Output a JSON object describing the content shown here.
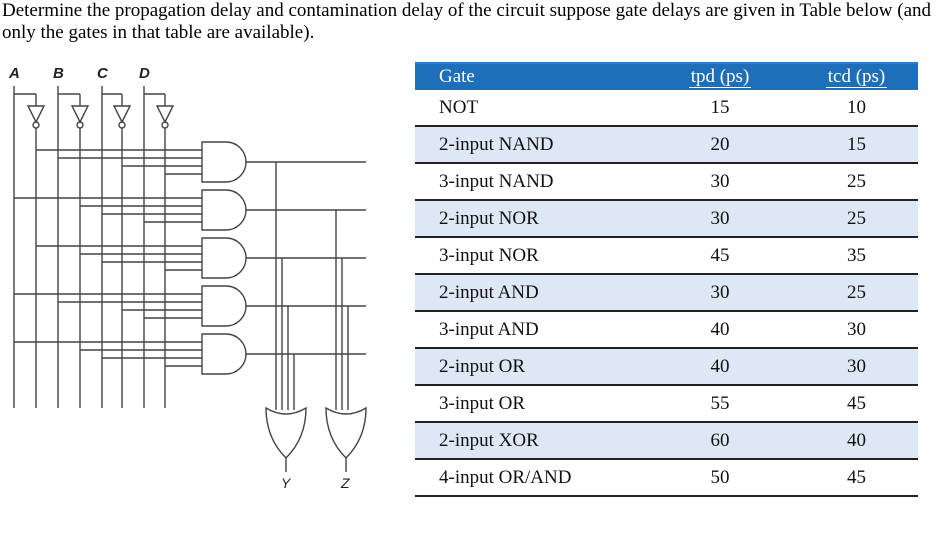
{
  "question": {
    "text": "Determine the propagation delay and contamination delay of the circuit suppose gate delays are given in Table below (and only the gates in that table are available)."
  },
  "circuit": {
    "inputs": [
      "A",
      "B",
      "C",
      "D"
    ],
    "outputs": [
      "Y",
      "Z"
    ]
  },
  "table": {
    "headers": {
      "gate": "Gate",
      "tpd": "tpd (ps)",
      "tcd": "tcd (ps)"
    },
    "rows": [
      {
        "gate": "NOT",
        "tpd": "15",
        "tcd": "10"
      },
      {
        "gate": "2-input NAND",
        "tpd": "20",
        "tcd": "15"
      },
      {
        "gate": "3-input NAND",
        "tpd": "30",
        "tcd": "25"
      },
      {
        "gate": "2-input NOR",
        "tpd": "30",
        "tcd": "25"
      },
      {
        "gate": "3-input NOR",
        "tpd": "45",
        "tcd": "35"
      },
      {
        "gate": "2-input AND",
        "tpd": "30",
        "tcd": "25"
      },
      {
        "gate": "3-input AND",
        "tpd": "40",
        "tcd": "30"
      },
      {
        "gate": "2-input OR",
        "tpd": "40",
        "tcd": "30"
      },
      {
        "gate": "3-input OR",
        "tpd": "55",
        "tcd": "45"
      },
      {
        "gate": "2-input XOR",
        "tpd": "60",
        "tcd": "40"
      },
      {
        "gate": "4-input OR/AND",
        "tpd": "50",
        "tcd": "45"
      }
    ]
  }
}
